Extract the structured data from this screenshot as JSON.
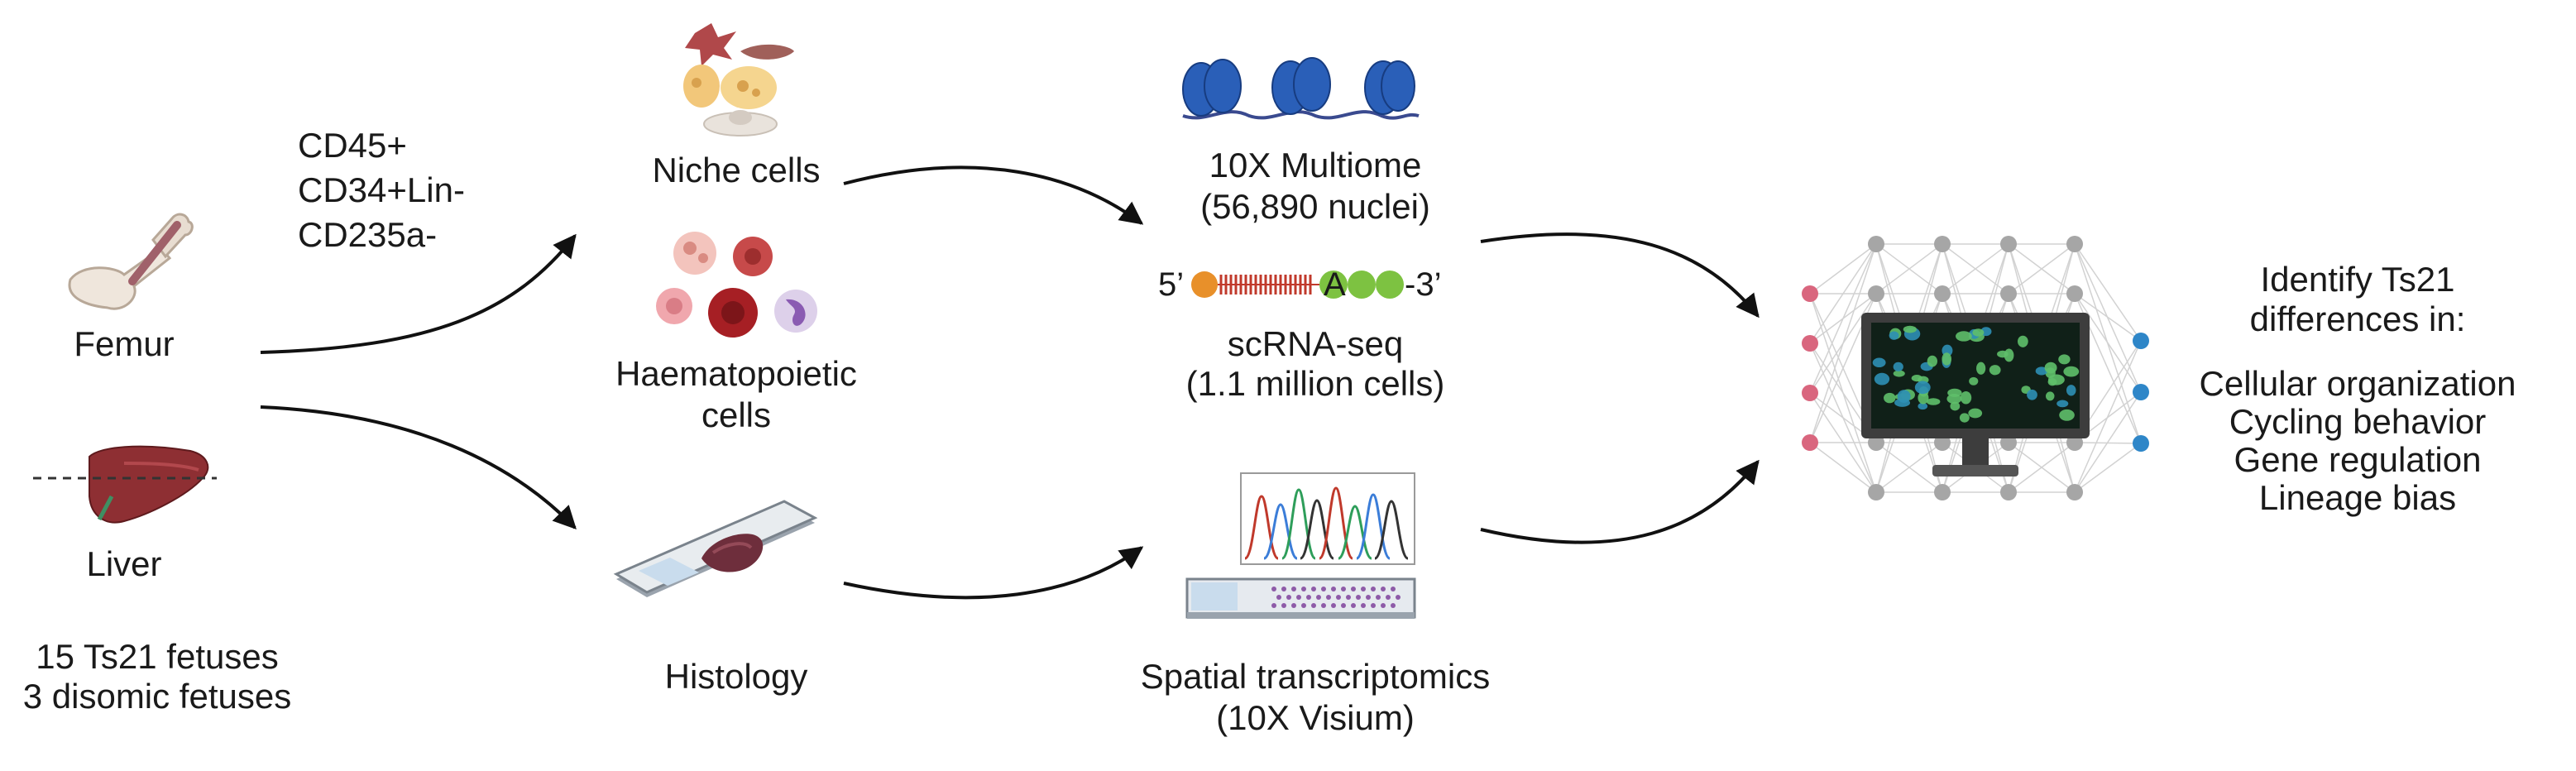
{
  "sources": {
    "femur_label": "Femur",
    "liver_label": "Liver",
    "cohort_line1": "15 Ts21 fetuses",
    "cohort_line2": "3 disomic fetuses"
  },
  "sorting": {
    "line1": "CD45+",
    "line2": "CD34+Lin-",
    "line3": "CD235a-"
  },
  "samples": {
    "niche_label": "Niche cells",
    "haem_line1": "Haematopoietic",
    "haem_line2": "cells",
    "histology_label": "Histology"
  },
  "assays": {
    "multiome_line1": "10X Multiome",
    "multiome_line2": "(56,890 nuclei)",
    "scrna_five_prime": "5’",
    "scrna_three_prime": "-3’",
    "scrna_polya_letter": "A",
    "scrna_line1": "scRNA-seq",
    "scrna_line2": "(1.1 million cells)",
    "spatial_line1": "Spatial transcriptomics",
    "spatial_line2": "(10X Visium)"
  },
  "outcomes": {
    "header_line1": "Identify Ts21",
    "header_line2": "differences in:",
    "items": [
      "Cellular organization",
      "Cycling behavior",
      "Gene regulation",
      "Lineage bias"
    ]
  },
  "colors": {
    "arrow": "#111111",
    "five_prime_dot": "#e8902a",
    "barcode": "#c0392b",
    "polya_dot": "#7dc241",
    "input_node": "#d9667e",
    "hidden_node": "#a6a6a6",
    "output_node": "#2e86c8",
    "monitor": "#3d3d3d",
    "nucleosome": "#2a5fb8"
  }
}
